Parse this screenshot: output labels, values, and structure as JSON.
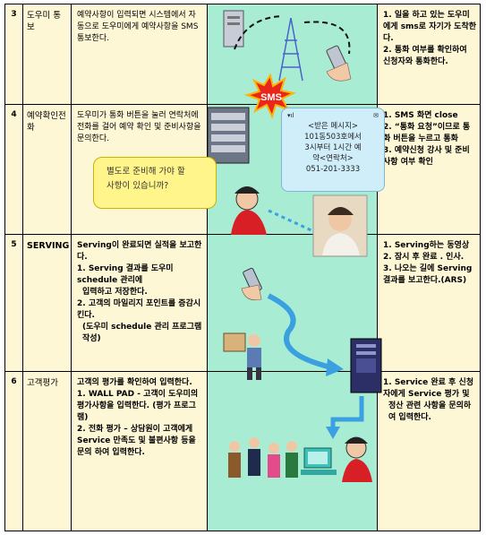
{
  "rows": [
    {
      "num": "3",
      "step": "도우미 통보",
      "desc": [
        "예약사항이 입력되면 시스템에서 자동으로 도우미에게 예약사항을 SMS 통보한다."
      ],
      "notes": [
        "1. 일을 하고 있는 도우미에게 sms로 자기가 도착한다.",
        "2. 통화 여부를 확인하여 신청자와 통화한다."
      ]
    },
    {
      "num": "4",
      "step": "예약확인전화",
      "desc": [
        "도우미가 통화 버튼을 눌러 연락처에 전화를 걸어 예약 확인 및 준비사항을 문의한다."
      ],
      "notes": [
        "1. SMS 화면 close",
        "2. “통화 요청”이므로 통화 버튼을 누르고 통화",
        "3. 예약신청 강사 및 준비 사항 여부 확인"
      ]
    },
    {
      "num": "5",
      "step": "SERVING",
      "desc": [
        "Serving이 완료되면 실적을 보고한다.",
        "1. Serving 결과를 도우미 schedule 관리에",
        "입력하고 저장한다.",
        "2. 고객의 마일리지 포인트를 증감시킨다.",
        "(도우미 schedule 관리 프로그램 작성)"
      ],
      "notes": [
        "1. Serving하는 동영상",
        "2. 잠시 후 완료 . 인사.",
        "3. 나오는 길에 Serving 결과를 보고한다.(ARS)"
      ]
    },
    {
      "num": "6",
      "step": "고객평가",
      "desc": [
        "고객의 평가를 확인하여 입력한다.",
        "1. WALL PAD - 고객이 도우미의 평가사항을 입력한다. (평가 프로그램)",
        "2. 전화 평가 – 상담원이 고객에게 Service 만족도 및 불편사항 등을 문의 하여 입력한다."
      ],
      "notes": [
        "1. Service 완료 후 신청자에게 Service 평가 및",
        "정산 관련 사항을 문의하여 입력한다."
      ]
    }
  ],
  "sms_badge": "SMS",
  "phone_screen": {
    "title": "<받은 메시지>",
    "lines": [
      "101동503호에서",
      "3시부터 1시간 예",
      "약<연락처>",
      "051-201-3333"
    ]
  },
  "callout": {
    "lines": [
      "별도로 준비해 가야 할",
      "사항이 있습니까?"
    ]
  },
  "colors": {
    "text_cell": "#fdf7d6",
    "image_cell": "#a8ecd4",
    "callout": "#fff58a",
    "phone": "#cfeefa",
    "flow_arrow": "#3aa0e0",
    "sms_burst": "#e8261c"
  }
}
